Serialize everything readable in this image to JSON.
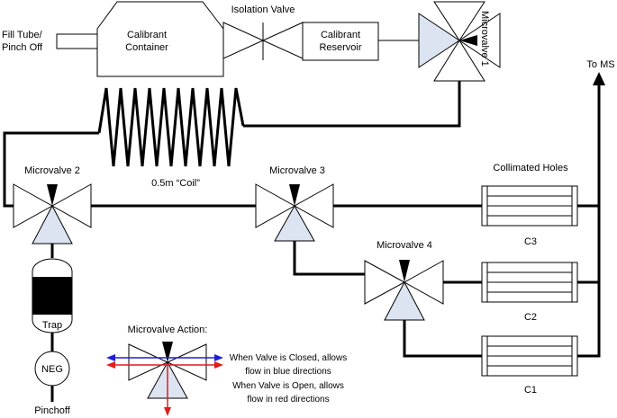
{
  "labels": {
    "fill_tube": [
      "Fill Tube/",
      "Pinch Off"
    ],
    "calibrant_container": [
      "Calibrant",
      "Container"
    ],
    "isolation_valve": "Isolation Valve",
    "calibrant_reservoir": [
      "Calibrant",
      "Reservoir"
    ],
    "microvalve_1": "Microvalve 1",
    "to_ms": "To MS",
    "coil": "0.5m “Coil”",
    "microvalve_2": "Microvalve 2",
    "microvalve_3": "Microvalve 3",
    "microvalve_4": "Microvalve 4",
    "collimated_holes": "Collimated Holes",
    "c3": "C3",
    "c2": "C2",
    "c1": "C1",
    "trap": "Trap",
    "neg": "NEG",
    "pinchoff": "Pinchoff",
    "microvalve_action": "Microvalve Action:",
    "legend_lines": [
      "When Valve is Closed, allows",
      "flow in blue directions",
      "When Valve is Open, allows",
      "flow in red directions"
    ]
  },
  "colors": {
    "valve_fill": "#dbe4f0",
    "flow_blue": "#1f1fd6",
    "flow_red": "#e01b1b"
  }
}
